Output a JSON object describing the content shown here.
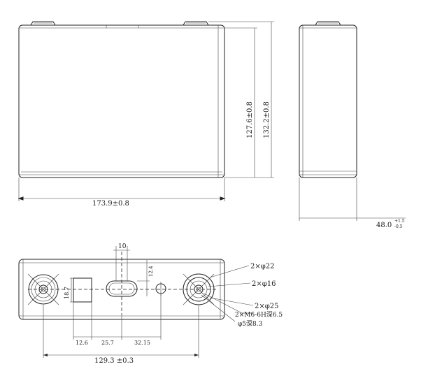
{
  "front_view": {
    "width_dim": "173.9±0.8",
    "height_dim_inner": "127.6±0.8",
    "height_dim_outer": "132.2±0.8"
  },
  "side_view": {
    "thickness_dim": "48.0",
    "thickness_tol_upper": "+1.5",
    "thickness_tol_lower": "-0.5"
  },
  "top_view": {
    "dim_10": "10",
    "dim_12_4": "12.4",
    "dim_18_7": "18.7",
    "dim_12_6": "12.6",
    "dim_25_7": "25.7",
    "dim_32_15": "32.15",
    "dim_129_3": "129.3 ±0.3",
    "callout_phi22": "2×φ22",
    "callout_phi16": "2×φ16",
    "callout_phi25": "2×φ25",
    "callout_m6": "2×M6-6H深6.5",
    "callout_phi5": "φ5深8.3"
  }
}
